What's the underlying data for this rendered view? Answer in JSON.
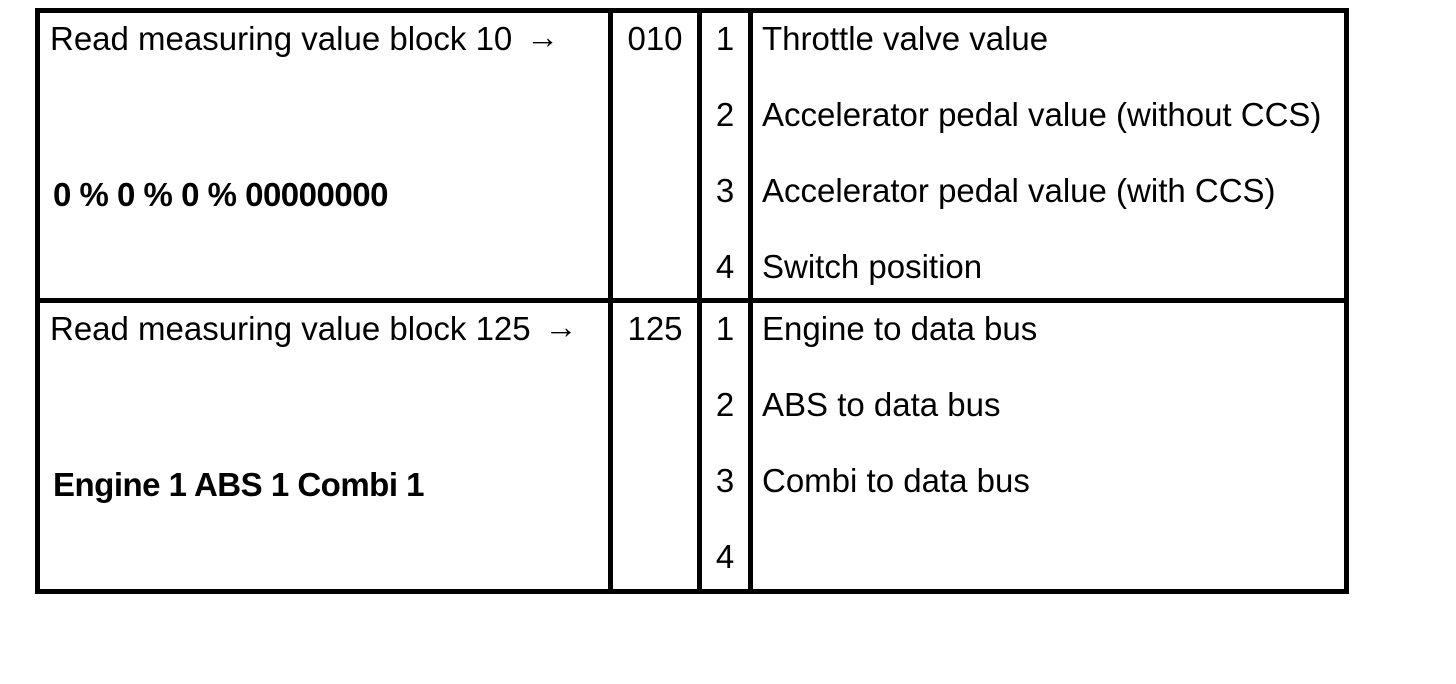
{
  "page": {
    "background": "#ffffff",
    "text_color": "#000000"
  },
  "table": {
    "border_color": "#000000",
    "rows": [
      {
        "command": "Read measuring value block 10",
        "arrow": "→",
        "display_value": "0 % 0 % 0 % 00000000",
        "block_number": "010",
        "fields": [
          {
            "num": "1",
            "label": "Throttle valve value"
          },
          {
            "num": "2",
            "label": "Accelerator pedal value (without CCS)"
          },
          {
            "num": "3",
            "label": "Accelerator pedal value (with CCS)"
          },
          {
            "num": "4",
            "label": "Switch position"
          }
        ]
      },
      {
        "command": "Read measuring value block 125",
        "arrow": "→",
        "display_value": "Engine 1 ABS 1 Combi 1",
        "block_number": "125",
        "fields": [
          {
            "num": "1",
            "label": "Engine to data bus"
          },
          {
            "num": "2",
            "label": "ABS to data bus"
          },
          {
            "num": "3",
            "label": "Combi to data bus"
          },
          {
            "num": "4",
            "label": ""
          }
        ]
      }
    ]
  }
}
